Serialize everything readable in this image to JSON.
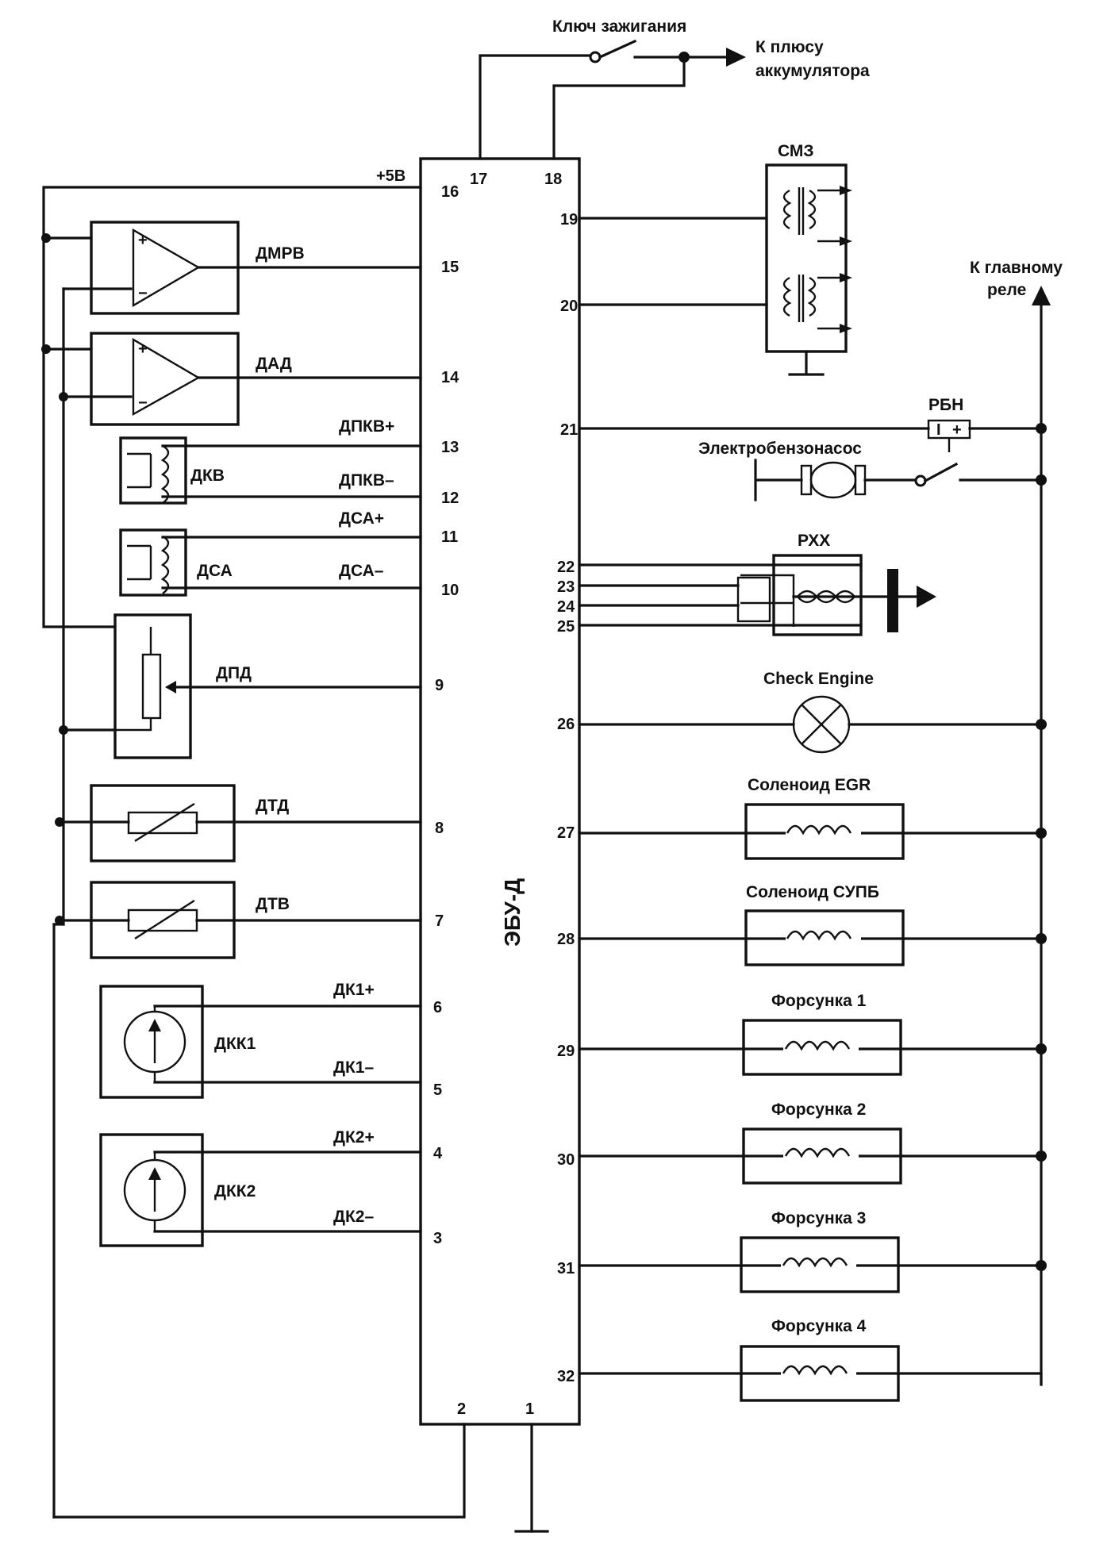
{
  "top": {
    "ignition_key": "Ключ зажигания",
    "battery_plus_line1": "К плюсу",
    "battery_plus_line2": "аккумулятора",
    "main_relay_line1": "К главному",
    "main_relay_line2": "реле"
  },
  "ecu": {
    "name": "ЭБУ-Д",
    "plus5v": "+5В",
    "pins_top": [
      "17",
      "18"
    ],
    "pins_bottom": [
      "2",
      "1"
    ],
    "pins_left": [
      "16",
      "15",
      "14",
      "13",
      "12",
      "11",
      "10",
      "9",
      "8",
      "7",
      "6",
      "5",
      "4",
      "3"
    ],
    "pins_right": [
      "19",
      "20",
      "21",
      "22",
      "23",
      "24",
      "25",
      "26",
      "27",
      "28",
      "29",
      "30",
      "31",
      "32"
    ]
  },
  "sensors": {
    "dmrv": "ДМРВ",
    "dad": "ДАД",
    "dpkv_plus": "ДПКВ+",
    "dkv": "ДКВ",
    "dpkv_minus": "ДПКВ–",
    "dsa_plus": "ДСА+",
    "dsa": "ДСА",
    "dsa_minus": "ДСА–",
    "dpd": "ДПД",
    "dtd": "ДТД",
    "dtv": "ДТВ",
    "dk1_plus": "ДК1+",
    "dkk1": "ДКК1",
    "dk1_minus": "ДК1–",
    "dk2_plus": "ДК2+",
    "dkk2": "ДКК2",
    "dk2_minus": "ДК2–"
  },
  "actuators": {
    "smz": "СМЗ",
    "rbn": "РБН",
    "fuel_pump": "Электробензонасос",
    "rxx": "РХХ",
    "check_engine": "Check Engine",
    "egr": "Соленоид EGR",
    "supb": "Соленоид СУПБ",
    "inj1": "Форсунка 1",
    "inj2": "Форсунка 2",
    "inj3": "Форсунка 3",
    "inj4": "Форсунка 4"
  }
}
